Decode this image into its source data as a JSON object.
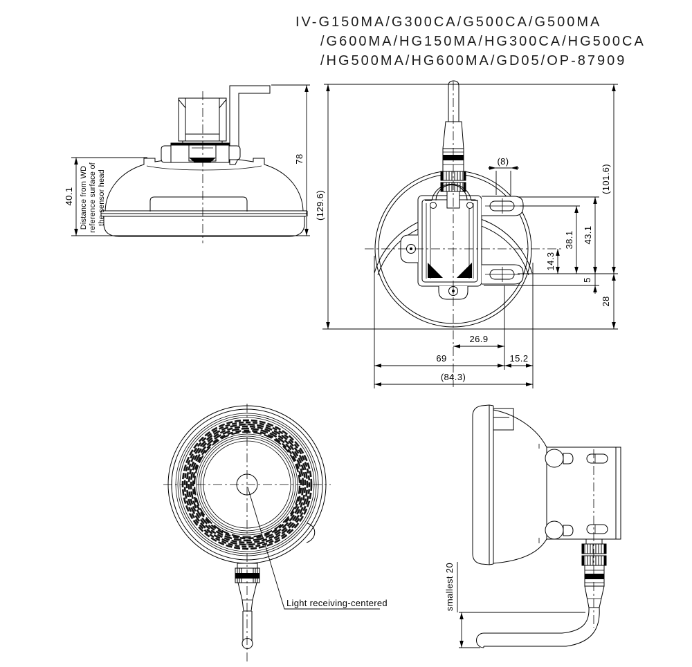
{
  "title": {
    "line1": "IV-G150MA/G300CA/G500CA/G500MA",
    "line2": "/G600MA/HG150MA/HG300CA/HG500CA",
    "line3": "/HG500MA/HG600MA/GD05/OP-87909"
  },
  "colors": {
    "line": "#000000",
    "background": "#ffffff"
  },
  "side_view": {
    "note_line1": "Distance from WD",
    "note_line2": "reference surface of",
    "note_line3": "the sensor head",
    "dim_wd": "40.1",
    "dim_height": "78"
  },
  "rear_view": {
    "dim_overall_height": "(129.6)",
    "dim_mount_height": "(101.6)",
    "dim_tab": "(8)",
    "dim_43_1": "43.1",
    "dim_38_1": "38.1",
    "dim_14_3": "14.3",
    "dim_5": "5",
    "dim_28": "28",
    "dim_26_9": "26.9",
    "dim_69": "69",
    "dim_15_2": "15.2",
    "dim_overall_width": "(84.3)"
  },
  "front_view": {
    "annotation": "Light receiving-centered"
  },
  "cable_view": {
    "dim_bend": "smallest 20"
  }
}
